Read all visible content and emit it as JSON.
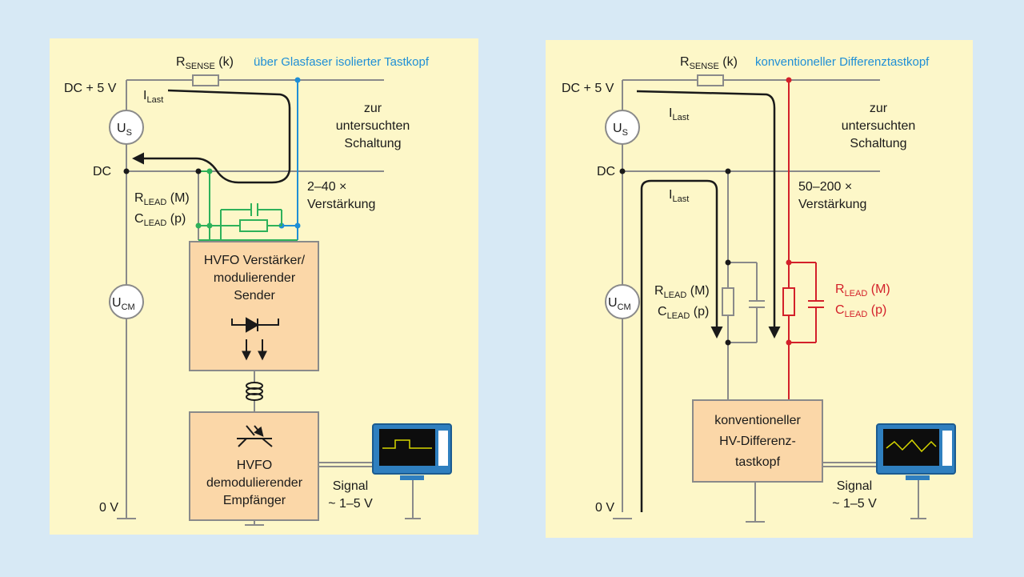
{
  "left": {
    "title": "über Glasfaser isolierter Tastkopf",
    "rsense": "R",
    "rsense_sub": "SENSE",
    "rsense_suffix": " (k)",
    "dc5v": "DC + 5 V",
    "dc": "DC",
    "zero_v": "0 V",
    "us": "U",
    "us_sub": "S",
    "ucm": "U",
    "ucm_sub": "CM",
    "ilast": "I",
    "ilast_sub": "Last",
    "rlead": "R",
    "rlead_sub": "LEAD",
    "rlead_suffix": " (M)",
    "clead": "C",
    "clead_sub": "LEAD",
    "clead_suffix": " (p)",
    "gain_line1": "2–40 ×",
    "gain_line2": "Verstärkung",
    "target_line1": "zur",
    "target_line2": "untersuchten",
    "target_line3": "Schaltung",
    "box1_line1": "HVFO Verstärker/",
    "box1_line2": "modulierender",
    "box1_line3": "Sender",
    "box2_line1": "HVFO",
    "box2_line2": "demodulierender",
    "box2_line3": "Empfänger",
    "signal_line1": "Signal",
    "signal_line2": "~ 1–5 V"
  },
  "right": {
    "title": "konventioneller Differenztastkopf",
    "rsense": "R",
    "rsense_sub": "SENSE",
    "rsense_suffix": " (k)",
    "dc5v": "DC + 5 V",
    "dc": "DC",
    "zero_v": "0 V",
    "us": "U",
    "us_sub": "S",
    "ucm": "U",
    "ucm_sub": "CM",
    "ilast1": "I",
    "ilast1_sub": "Last",
    "ilast2": "I",
    "ilast2_sub": "Last",
    "rlead": "R",
    "rlead_sub": "LEAD",
    "rlead_suffix": " (M)",
    "clead": "C",
    "clead_sub": "LEAD",
    "clead_suffix": " (p)",
    "rlead_red": "R",
    "rlead_red_sub": "LEAD",
    "rlead_red_suffix": " (M)",
    "clead_red": "C",
    "clead_red_sub": "LEAD",
    "clead_red_suffix": " (p)",
    "gain_line1": "50–200 ×",
    "gain_line2": "Verstärkung",
    "target_line1": "zur",
    "target_line2": "untersuchten",
    "target_line3": "Schaltung",
    "box_line1": "konventioneller",
    "box_line2": "HV-Differenz-",
    "box_line3": "tastkopf",
    "signal_line1": "Signal",
    "signal_line2": "~ 1–5 V"
  },
  "colors": {
    "panel": "#fdf7c8",
    "box": "#fbd7a8",
    "blue": "#1f8fd6",
    "green": "#2eb15a",
    "red": "#d3202a",
    "gray": "#8a8a8a"
  }
}
